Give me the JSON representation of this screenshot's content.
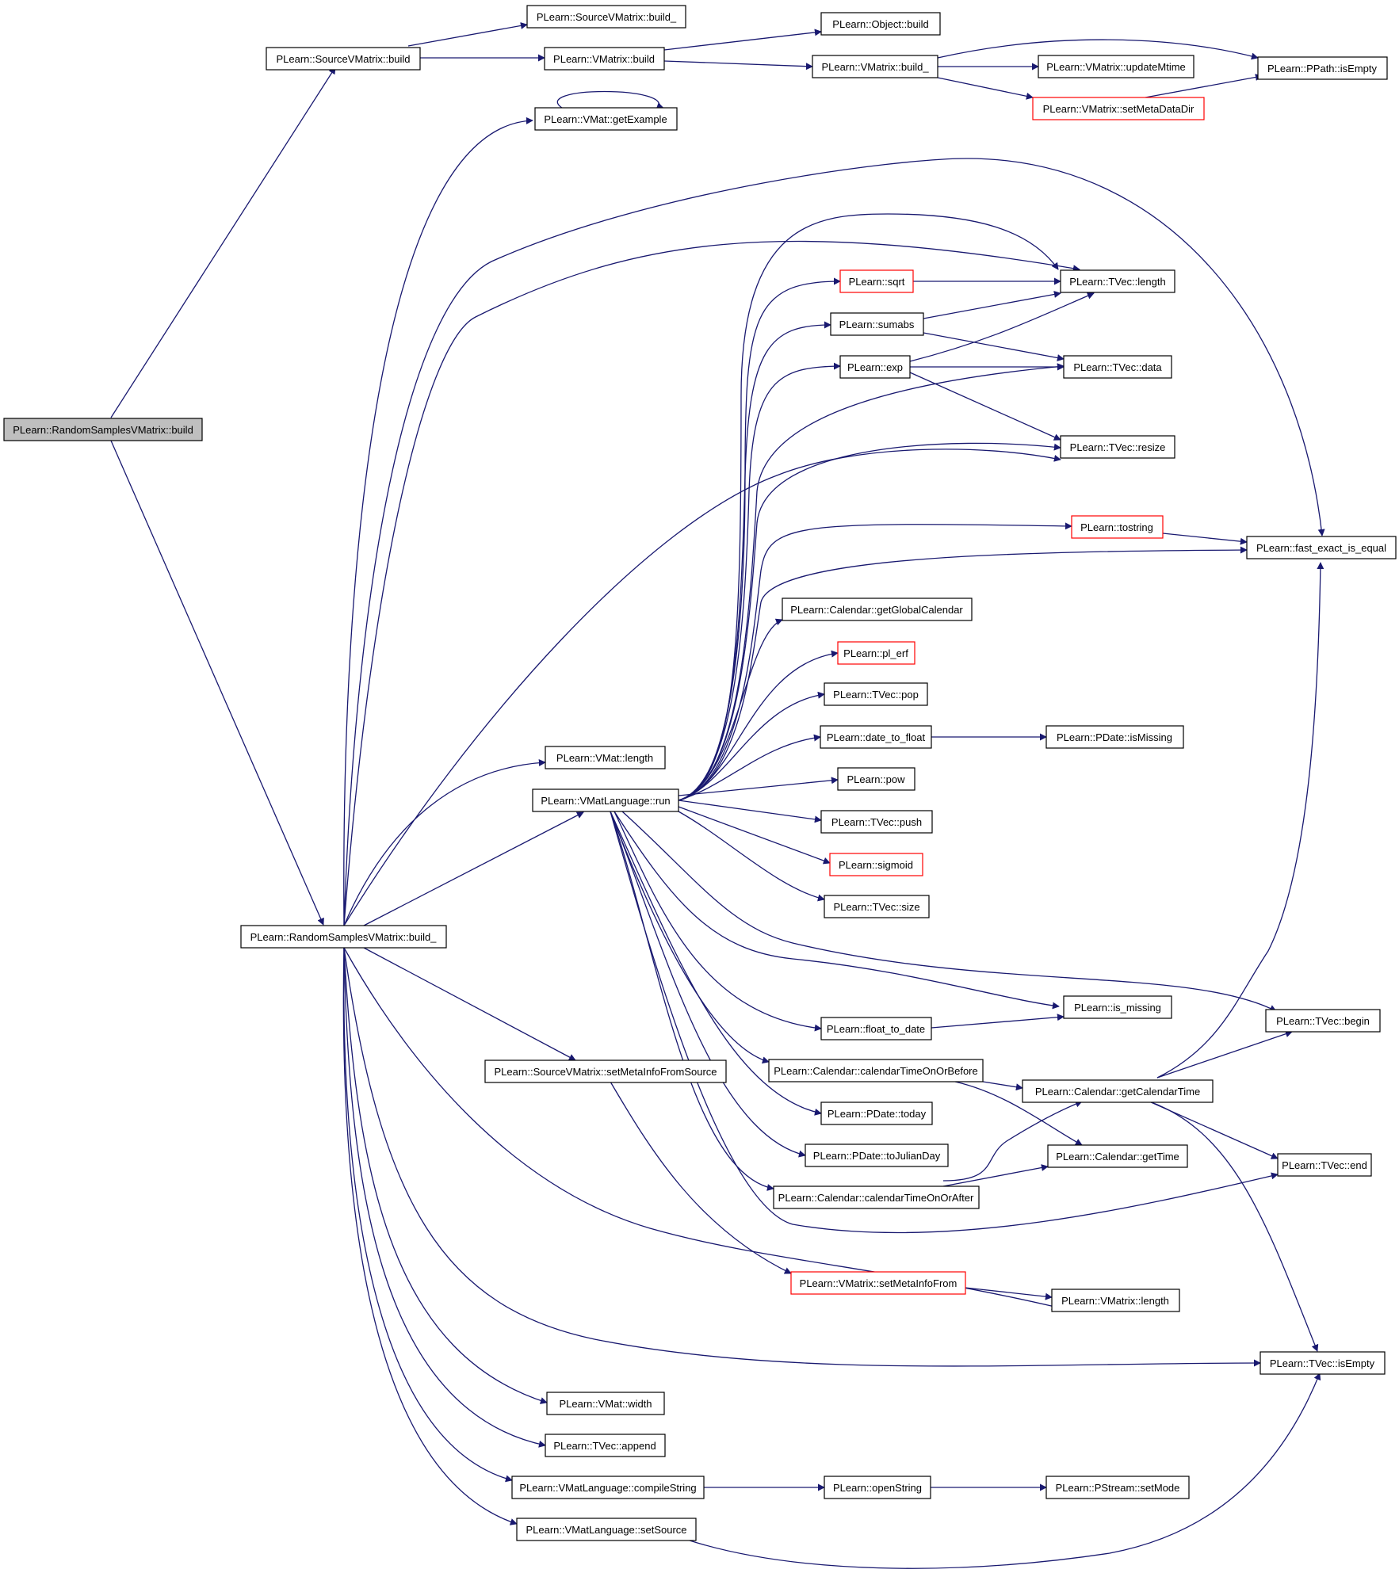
{
  "colors": {
    "edge": "#191970",
    "node_border": "#000000",
    "node_border_incomplete": "#ff0000",
    "root_fill": "#bfbfbf",
    "background": "#ffffff"
  },
  "nodes": {
    "n_root": {
      "label": "PLearn::RandomSamplesVMatrix::build",
      "style": "root"
    },
    "n_svm_build": {
      "label": "PLearn::SourceVMatrix::build",
      "style": "normal"
    },
    "n_svm_build_": {
      "label": "PLearn::SourceVMatrix::build_",
      "style": "normal"
    },
    "n_obj_build": {
      "label": "PLearn::Object::build",
      "style": "normal"
    },
    "n_vm_build": {
      "label": "PLearn::VMatrix::build",
      "style": "normal"
    },
    "n_vm_build_": {
      "label": "PLearn::VMatrix::build_",
      "style": "normal"
    },
    "n_updatemtime": {
      "label": "PLearn::VMatrix::updateMtime",
      "style": "normal"
    },
    "n_ppath_isempty": {
      "label": "PLearn::PPath::isEmpty",
      "style": "normal"
    },
    "n_setmetadatadir": {
      "label": "PLearn::VMatrix::setMetaDataDir",
      "style": "red"
    },
    "n_getexample": {
      "label": "PLearn::VMat::getExample",
      "style": "normal"
    },
    "n_sqrt": {
      "label": "PLearn::sqrt",
      "style": "red"
    },
    "n_tvec_length": {
      "label": "PLearn::TVec::length",
      "style": "normal"
    },
    "n_sumabs": {
      "label": "PLearn::sumabs",
      "style": "normal"
    },
    "n_tvec_data": {
      "label": "PLearn::TVec::data",
      "style": "normal"
    },
    "n_exp": {
      "label": "PLearn::exp",
      "style": "normal"
    },
    "n_tvec_resize": {
      "label": "PLearn::TVec::resize",
      "style": "normal"
    },
    "n_tostring": {
      "label": "PLearn::tostring",
      "style": "red"
    },
    "n_fast_exact": {
      "label": "PLearn::fast_exact_is_equal",
      "style": "normal"
    },
    "n_getglobalcal": {
      "label": "PLearn::Calendar::getGlobalCalendar",
      "style": "normal"
    },
    "n_pl_erf": {
      "label": "PLearn::pl_erf",
      "style": "red"
    },
    "n_tvec_pop": {
      "label": "PLearn::TVec::pop",
      "style": "normal"
    },
    "n_date_to_float": {
      "label": "PLearn::date_to_float",
      "style": "normal"
    },
    "n_pdate_ismissing": {
      "label": "PLearn::PDate::isMissing",
      "style": "normal"
    },
    "n_vmat_length": {
      "label": "PLearn::VMat::length",
      "style": "normal"
    },
    "n_pow": {
      "label": "PLearn::pow",
      "style": "normal"
    },
    "n_vmatlang_run": {
      "label": "PLearn::VMatLanguage::run",
      "style": "normal"
    },
    "n_tvec_push": {
      "label": "PLearn::TVec::push",
      "style": "normal"
    },
    "n_sigmoid": {
      "label": "PLearn::sigmoid",
      "style": "red"
    },
    "n_tvec_size": {
      "label": "PLearn::TVec::size",
      "style": "normal"
    },
    "n_rsvm_build_": {
      "label": "PLearn::RandomSamplesVMatrix::build_",
      "style": "normal"
    },
    "n_is_missing": {
      "label": "PLearn::is_missing",
      "style": "normal"
    },
    "n_tvec_begin": {
      "label": "PLearn::TVec::begin",
      "style": "normal"
    },
    "n_float_to_date": {
      "label": "PLearn::float_to_date",
      "style": "normal"
    },
    "n_setmetainfofromsource": {
      "label": "PLearn::SourceVMatrix::setMetaInfoFromSource",
      "style": "normal"
    },
    "n_caltimeonorbefore": {
      "label": "PLearn::Calendar::calendarTimeOnOrBefore",
      "style": "normal"
    },
    "n_getcalendartime": {
      "label": "PLearn::Calendar::getCalendarTime",
      "style": "normal"
    },
    "n_pdate_today": {
      "label": "PLearn::PDate::today",
      "style": "normal"
    },
    "n_pdate_tojulianday": {
      "label": "PLearn::PDate::toJulianDay",
      "style": "normal"
    },
    "n_cal_gettime": {
      "label": "PLearn::Calendar::getTime",
      "style": "normal"
    },
    "n_tvec_end": {
      "label": "PLearn::TVec::end",
      "style": "normal"
    },
    "n_caltimeonorafter": {
      "label": "PLearn::Calendar::calendarTimeOnOrAfter",
      "style": "normal"
    },
    "n_setmetainfofrom": {
      "label": "PLearn::VMatrix::setMetaInfoFrom",
      "style": "red"
    },
    "n_vmatrix_length": {
      "label": "PLearn::VMatrix::length",
      "style": "normal"
    },
    "n_tvec_isempty": {
      "label": "PLearn::TVec::isEmpty",
      "style": "normal"
    },
    "n_vmat_width": {
      "label": "PLearn::VMat::width",
      "style": "normal"
    },
    "n_tvec_append": {
      "label": "PLearn::TVec::append",
      "style": "normal"
    },
    "n_compilestring": {
      "label": "PLearn::VMatLanguage::compileString",
      "style": "normal"
    },
    "n_openstring": {
      "label": "PLearn::openString",
      "style": "normal"
    },
    "n_pstream_setmode": {
      "label": "PLearn::PStream::setMode",
      "style": "normal"
    },
    "n_setsource": {
      "label": "PLearn::VMatLanguage::setSource",
      "style": "normal"
    }
  }
}
